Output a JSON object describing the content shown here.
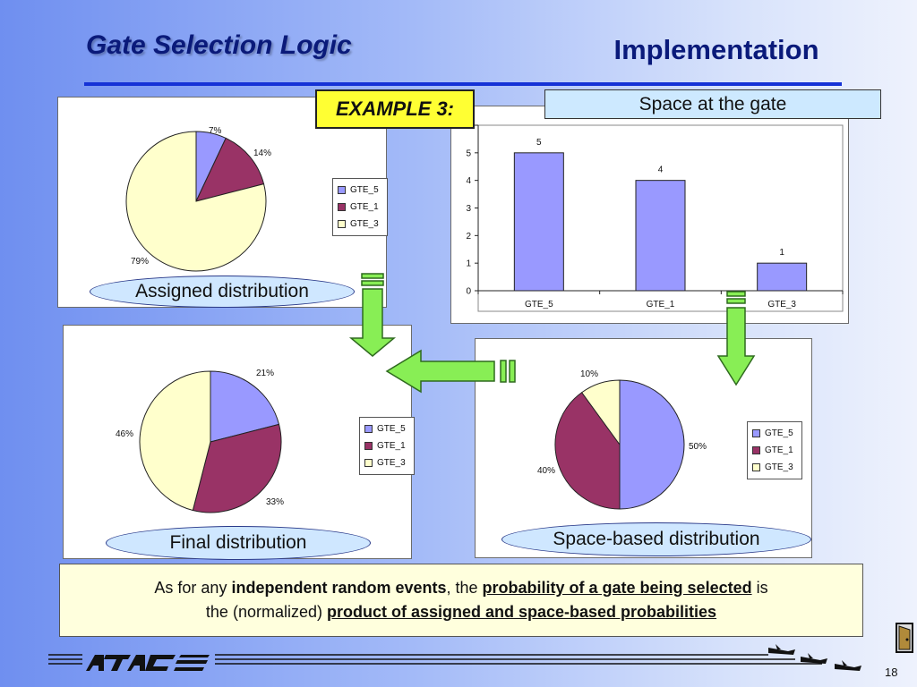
{
  "header": {
    "title": "Gate Selection Logic",
    "section": "Implementation"
  },
  "example_label": "EXAMPLE 3:",
  "space_label": "Space at the gate",
  "colors": {
    "gte5": "#9999ff",
    "gte1": "#993366",
    "gte3": "#ffffcc",
    "arrow": "#88ee55"
  },
  "legend_items": [
    "GTE_5",
    "GTE_1",
    "GTE_3"
  ],
  "ovals": {
    "assigned": "Assigned distribution",
    "final": "Final distribution",
    "space": "Space-based distribution"
  },
  "note": {
    "p1": "As for any ",
    "b1": "independent random events",
    "p2": ", the ",
    "b2": "probability of a gate being selected",
    "p3": " is",
    "p4": "the (normalized) ",
    "b3": "product of assigned and space-based probabilities"
  },
  "page_number": "18",
  "chart_data": [
    {
      "type": "pie",
      "id": "assigned",
      "labels": [
        "GTE_5",
        "GTE_1",
        "GTE_3"
      ],
      "values": [
        7,
        14,
        79
      ],
      "data_labels": [
        "7%",
        "14%",
        "79%"
      ],
      "legend": "right"
    },
    {
      "type": "bar",
      "id": "space",
      "categories": [
        "GTE_5",
        "GTE_1",
        "GTE_3"
      ],
      "values": [
        5,
        4,
        1
      ],
      "data_labels": [
        "5",
        "4",
        "1"
      ],
      "ylim": [
        0,
        6
      ],
      "yticks": [
        "0",
        "1",
        "2",
        "3",
        "4",
        "5",
        "6"
      ],
      "grid": false
    },
    {
      "type": "pie",
      "id": "final",
      "labels": [
        "GTE_5",
        "GTE_1",
        "GTE_3"
      ],
      "values": [
        21,
        33,
        46
      ],
      "data_labels": [
        "21%",
        "33%",
        "46%"
      ],
      "legend": "right"
    },
    {
      "type": "pie",
      "id": "spacebased",
      "labels": [
        "GTE_5",
        "GTE_1",
        "GTE_3"
      ],
      "values": [
        50,
        40,
        10
      ],
      "data_labels": [
        "50%",
        "40%",
        "10%"
      ],
      "legend": "right"
    }
  ]
}
